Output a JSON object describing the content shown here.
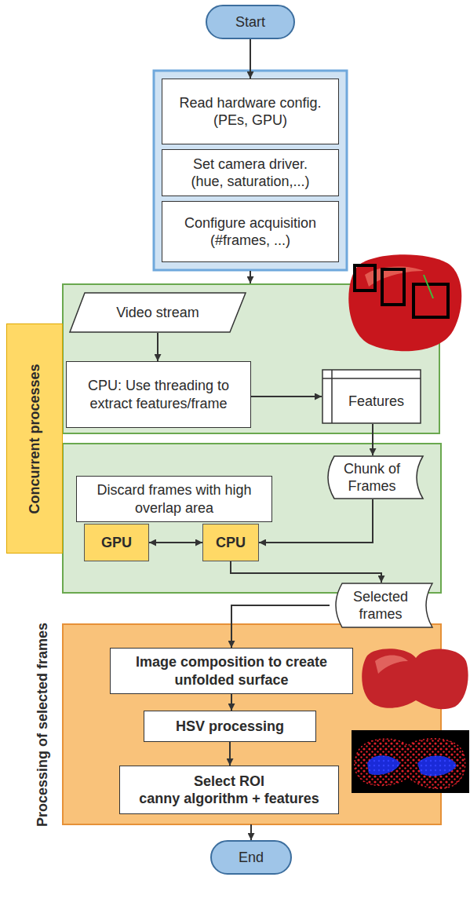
{
  "diagram": {
    "nodes": [
      {
        "text": [
          "Start"
        ]
      },
      {
        "text": [
          "Read hardware config.",
          "(PEs, GPU)"
        ]
      },
      {
        "text": [
          "Set camera driver.",
          "(hue, saturation,...)"
        ]
      },
      {
        "text": [
          "Configure acquisition",
          "(#frames, ...)"
        ]
      },
      {
        "text": [
          "Concurrent processes"
        ]
      },
      {
        "text": [
          "Video stream"
        ]
      },
      {
        "text": [
          "CPU: Use threading to extract features/frame"
        ]
      },
      {
        "text": [
          "Features"
        ]
      },
      {
        "text": [
          "Chunk of Frames"
        ]
      },
      {
        "text": [
          "Discard frames with high overlap area"
        ]
      },
      {
        "text": [
          "GPU"
        ]
      },
      {
        "text": [
          "CPU"
        ]
      },
      {
        "text": [
          "Selected frames"
        ]
      },
      {
        "text": [
          "Processing of selected frames"
        ]
      },
      {
        "text": [
          "Image composition to create unfolded surface"
        ],
        "in": 13
      },
      {
        "text": [
          "HSV processing"
        ],
        "in": 13
      },
      {
        "text": [
          "Select ROI",
          "canny algorithm + features"
        ],
        "in": 13
      },
      {
        "text": [
          "End"
        ]
      }
    ],
    "edges": [
      {
        "from": 0,
        "to": 1,
        "arrow": "to"
      },
      {
        "from": 5,
        "to": 6,
        "arrow": "to"
      },
      {
        "from": 6,
        "to": 7,
        "arrow": "to"
      },
      {
        "from": 7,
        "to": 8,
        "arrow": "to"
      },
      {
        "from": 8,
        "to": 11,
        "arrow": "to"
      },
      {
        "from": 10,
        "to": 11,
        "arrow": "both"
      },
      {
        "from": 11,
        "to": 12,
        "arrow": "to"
      },
      {
        "from": 12,
        "to": 14,
        "arrow": "to"
      },
      {
        "from": 14,
        "to": 15,
        "arrow": "to"
      },
      {
        "from": 15,
        "to": 16,
        "arrow": "to"
      },
      {
        "from": 13,
        "to": 17,
        "arrow": "to"
      }
    ]
  }
}
